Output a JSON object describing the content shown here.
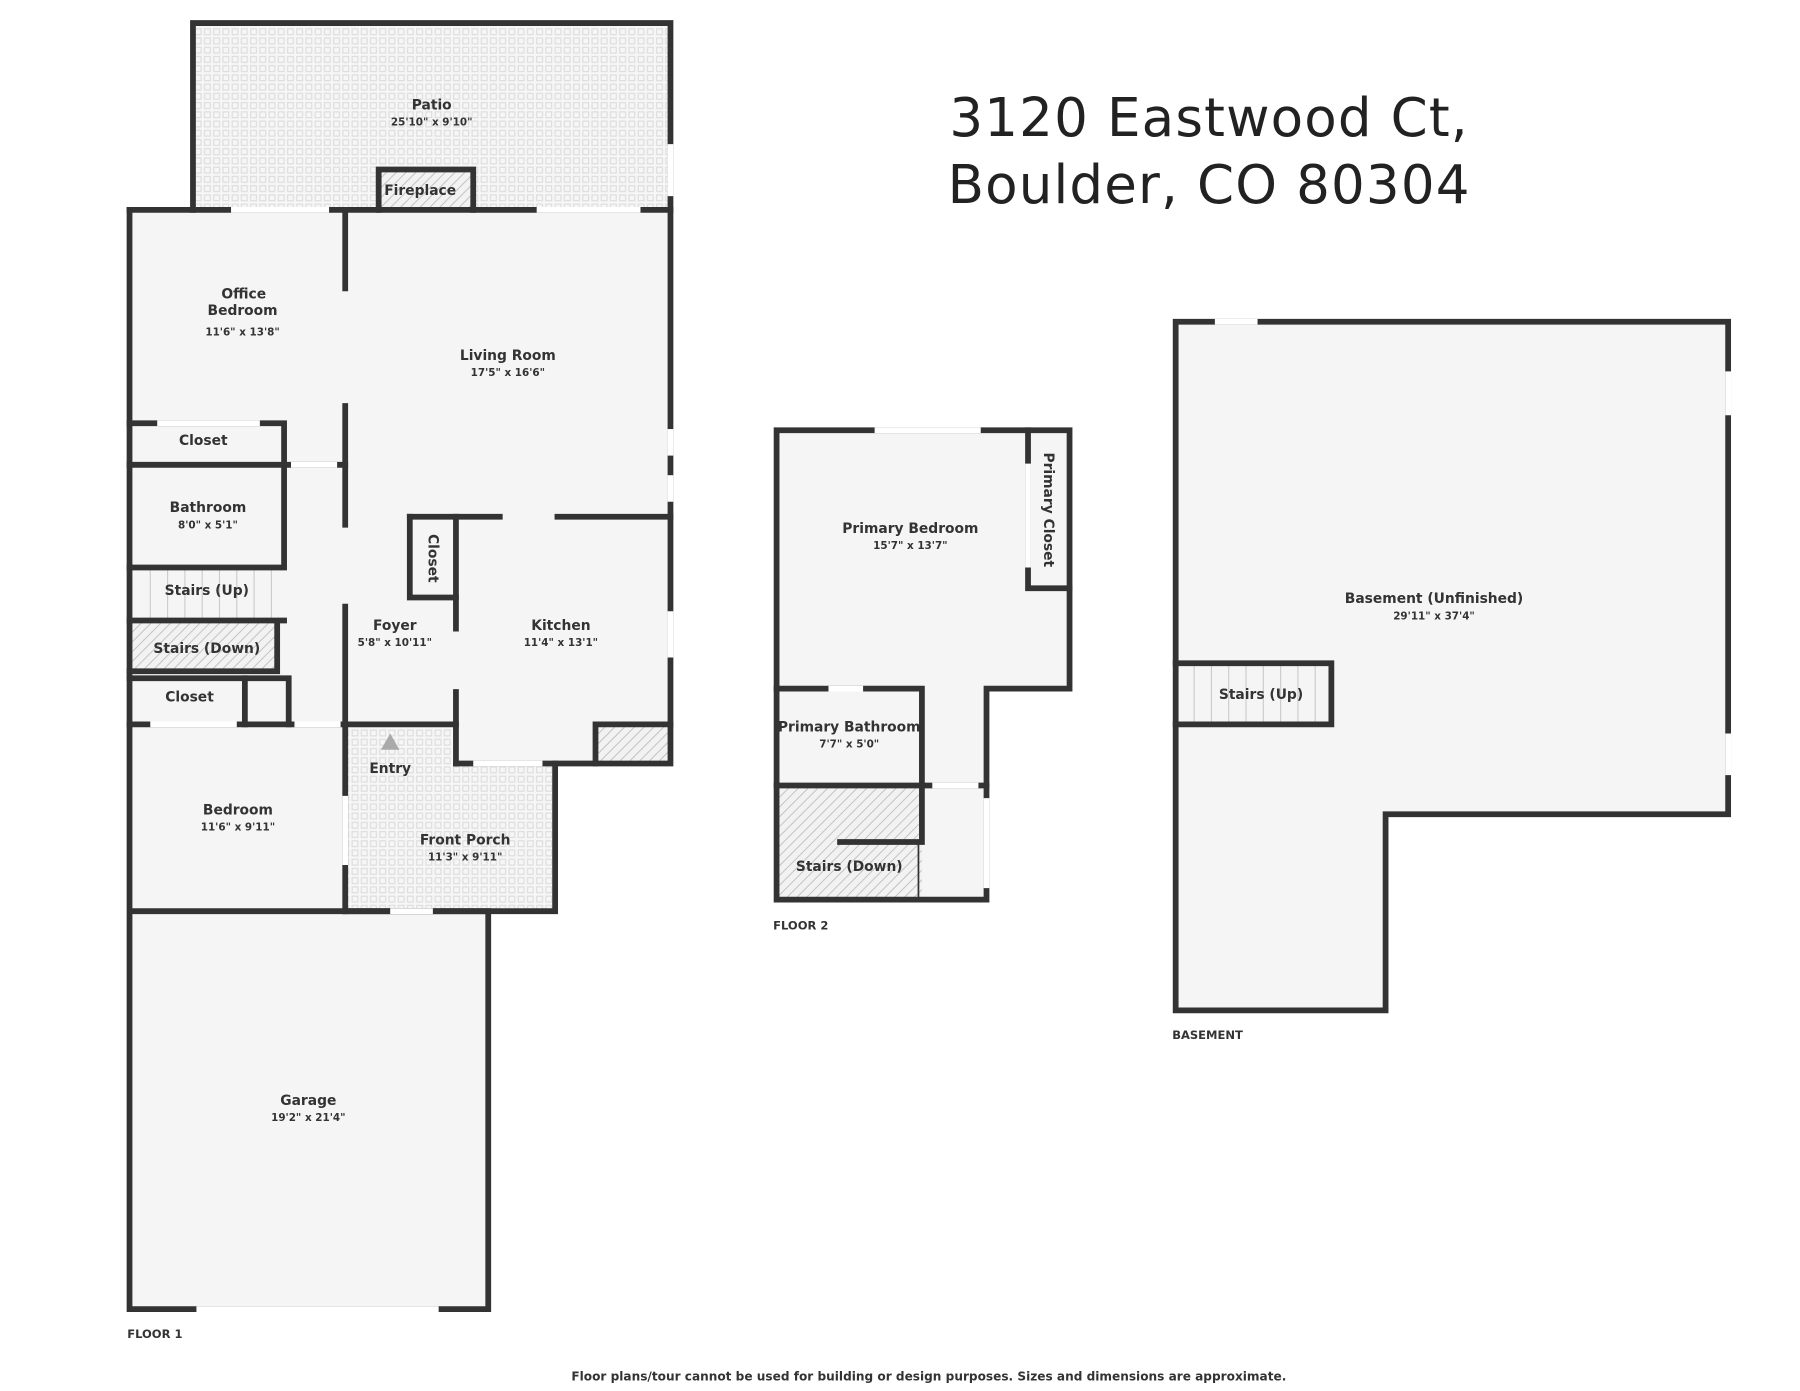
{
  "address": {
    "line1": "3120 Eastwood Ct,",
    "line2": "Boulder, CO 80304"
  },
  "floors": {
    "floor1": {
      "label": "FLOOR 1",
      "rooms": {
        "patio": {
          "name": "Patio",
          "dims": "25'10\" x 9'10\""
        },
        "fireplace": {
          "name": "Fireplace"
        },
        "office": {
          "name1": "Office",
          "name2": "Bedroom",
          "dims": "11'6\" x 13'8\""
        },
        "living": {
          "name": "Living Room",
          "dims": "17'5\" x 16'6\""
        },
        "closet1": {
          "name": "Closet"
        },
        "bathroom": {
          "name": "Bathroom",
          "dims": "8'0\" x 5'1\""
        },
        "stairs_up": {
          "name": "Stairs (Up)"
        },
        "stairs_down": {
          "name": "Stairs (Down)"
        },
        "closet2": {
          "name": "Closet"
        },
        "foyer_closet": {
          "name": "Closet"
        },
        "foyer": {
          "name": "Foyer",
          "dims": "5'8\" x 10'11\""
        },
        "kitchen": {
          "name": "Kitchen",
          "dims": "11'4\" x 13'1\""
        },
        "entry": {
          "name": "Entry"
        },
        "bedroom": {
          "name": "Bedroom",
          "dims": "11'6\" x 9'11\""
        },
        "porch": {
          "name": "Front Porch",
          "dims": "11'3\" x 9'11\""
        },
        "garage": {
          "name": "Garage",
          "dims": "19'2\" x 21'4\""
        }
      }
    },
    "floor2": {
      "label": "FLOOR 2",
      "rooms": {
        "primary_bedroom": {
          "name": "Primary Bedroom",
          "dims": "15'7\" x 13'7\""
        },
        "primary_closet": {
          "name": "Primary Closet"
        },
        "primary_bathroom": {
          "name": "Primary Bathroom",
          "dims": "7'7\" x 5'0\""
        },
        "stairs_down": {
          "name": "Stairs (Down)"
        }
      }
    },
    "basement": {
      "label": "BASEMENT",
      "rooms": {
        "basement": {
          "name": "Basement (Unfinished)",
          "dims": "29'11\" x 37'4\""
        },
        "stairs_up": {
          "name": "Stairs (Up)"
        }
      }
    }
  },
  "disclaimer": "Floor plans/tour cannot be used for building or design purposes. Sizes and dimensions are approximate.",
  "colors": {
    "wall": "#333333",
    "floor": "#f5f5f5",
    "background": "#ffffff"
  }
}
